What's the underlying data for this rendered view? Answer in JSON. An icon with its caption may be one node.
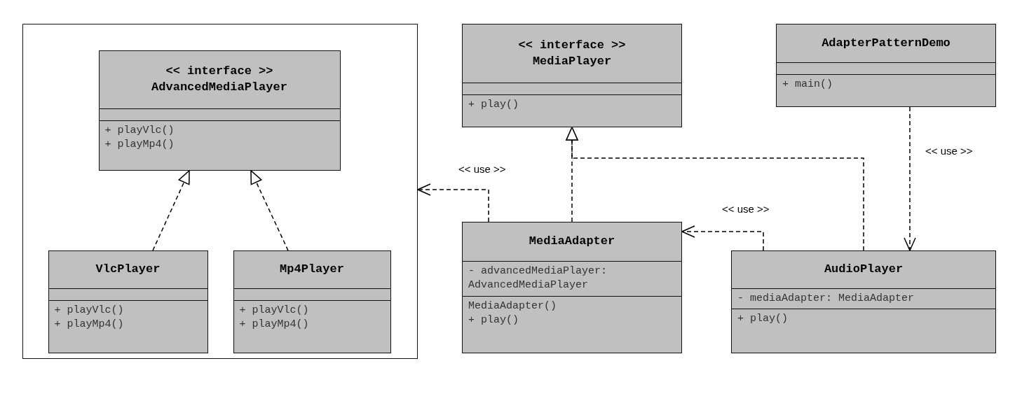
{
  "diagram": {
    "nodes": [
      {
        "text": [],
        "shape": "box"
      },
      {
        "text": [
          "<< interface >> AdvancedMediaPlayer",
          "+ playVlc()",
          "+ playMp4()"
        ],
        "in": 0
      },
      {
        "text": [
          "VlcPlayer",
          "+ playVlc()",
          "+ playMp4()"
        ],
        "in": 0
      },
      {
        "text": [
          "Mp4Player",
          "+ playVlc()",
          "+ playMp4()"
        ],
        "in": 0
      },
      {
        "text": [
          "<< interface >> MediaPlayer",
          "+ play()"
        ]
      },
      {
        "text": [
          "AdapterPatternDemo",
          "+ main()"
        ]
      },
      {
        "text": [
          "MediaAdapter",
          "- advancedMediaPlayer: AdvancedMediaPlayer",
          "MediaAdapter()",
          "+ play()"
        ]
      },
      {
        "text": [
          "AudioPlayer",
          "- mediaAdapter: MediaAdapter",
          "+ play()"
        ]
      }
    ],
    "edges": [
      {
        "from": 2,
        "to": 1,
        "arrow": "to",
        "style": "dashed"
      },
      {
        "from": 3,
        "to": 1,
        "arrow": "to",
        "style": "dashed"
      },
      {
        "from": 6,
        "to": 4,
        "arrow": "to",
        "style": "dashed"
      },
      {
        "from": 7,
        "to": 4,
        "arrow": "to",
        "style": "dashed"
      },
      {
        "from": 6,
        "to": 0,
        "arrow": "to",
        "style": "dashed",
        "label": "<< use >>"
      },
      {
        "from": 7,
        "to": 6,
        "arrow": "to",
        "style": "dashed",
        "label": "<< use >>"
      },
      {
        "from": 5,
        "to": 7,
        "arrow": "to",
        "style": "dashed",
        "label": "<< use >>"
      }
    ]
  }
}
